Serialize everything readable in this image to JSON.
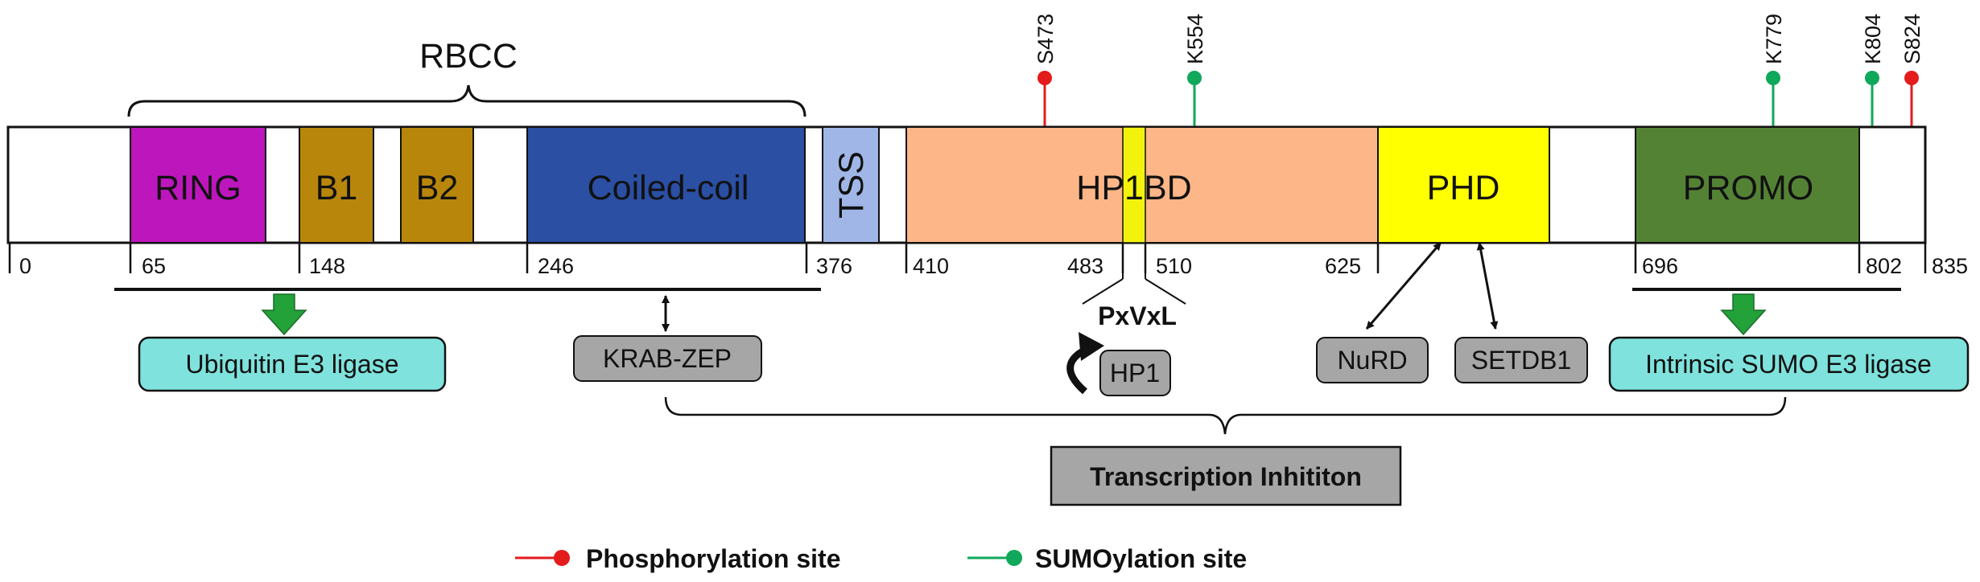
{
  "title": "RBCC",
  "colors": {
    "ring": "#bc16bc",
    "b_box": "#b8860b",
    "coiled_coil": "#2a4fa3",
    "tss": "#9fb6e6",
    "hp1bd": "#fdb687",
    "pxvxl_band": "#f2f20c",
    "phd": "#ffff00",
    "promo": "#548235",
    "partner_box": "#a6a6a6",
    "activity_box": "#7fe2dc",
    "phospho": "#e31b1b",
    "sumo": "#10a85a",
    "arrow_green": "#23a23a"
  },
  "domains": {
    "ring": "RING",
    "b1": "B1",
    "b2": "B2",
    "coiled_coil": "Coiled-coil",
    "tss": "TSS",
    "hp1bd": "HP1BD",
    "phd": "PHD",
    "promo": "PROMO"
  },
  "positions": [
    "0",
    "65",
    "148",
    "246",
    "376",
    "410",
    "483",
    "510",
    "625",
    "696",
    "802",
    "835"
  ],
  "sites": [
    "S473",
    "K554",
    "K779",
    "K804",
    "S824"
  ],
  "motif": "PxVxL",
  "partners": {
    "krab_zep": "KRAB-ZEP",
    "hp1": "HP1",
    "nurd": "NuRD",
    "setdb1": "SETDB1"
  },
  "activities": {
    "ubiquitin": "Ubiquitin E3 ligase",
    "sumo_ligase": "Intrinsic SUMO E3 ligase",
    "transcription": "Transcription Inhititon"
  },
  "legend": {
    "phospho": "Phosphorylation site",
    "sumo": "SUMOylation site"
  }
}
